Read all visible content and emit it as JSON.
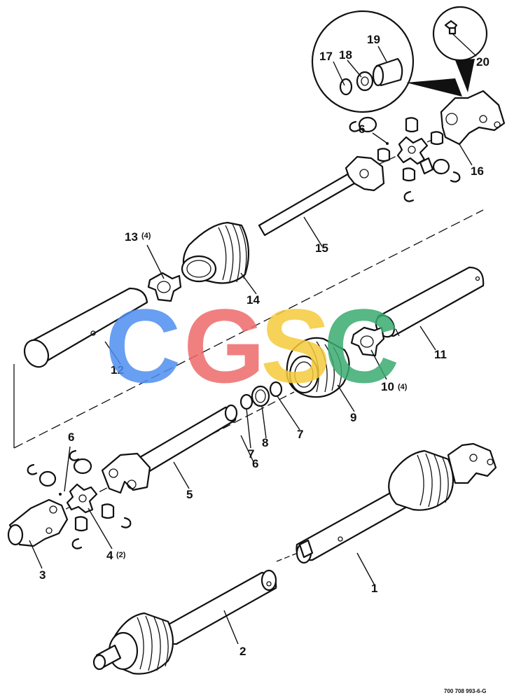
{
  "callouts": {
    "c1": "1",
    "c2": "2",
    "c3": "3",
    "c4": "4",
    "c4_qty": "(2)",
    "c5": "5",
    "c6a": "6",
    "c6b": "6",
    "c6c": "6",
    "c7a": "7",
    "c7b": "7",
    "c8": "8",
    "c9": "9",
    "c10": "10",
    "c10_qty": "(4)",
    "c11": "11",
    "c12": "12",
    "c13": "13",
    "c13_qty": "(4)",
    "c14": "14",
    "c15": "15",
    "c16": "16",
    "c17": "17",
    "c18": "18",
    "c19": "19",
    "c20": "20"
  },
  "drawing_number": "700 708 993-6-G",
  "watermark": {
    "letters": [
      "C",
      "G",
      "S",
      "C"
    ],
    "colors": [
      "#4f8ff0",
      "#ee6a6a",
      "#f5cb3c",
      "#3aab70"
    ]
  }
}
